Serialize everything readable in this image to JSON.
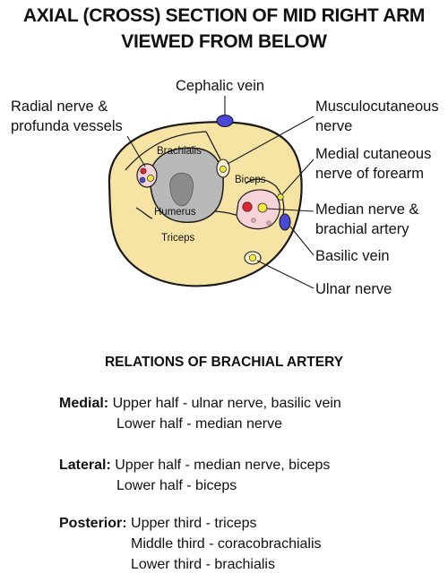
{
  "title_line1": "AXIAL (CROSS) SECTION OF MID RIGHT ARM",
  "title_line2": "VIEWED FROM BELOW",
  "labels": {
    "cephalic_vein": "Cephalic vein",
    "radial_1": "Radial nerve &",
    "radial_2": "profunda vessels",
    "musculo_1": "Musculocutaneous",
    "musculo_2": "nerve",
    "medcut_1": "Medial cutaneous",
    "medcut_2": "nerve of forearm",
    "median_1": "Median nerve &",
    "median_2": "brachial artery",
    "basilic": "Basilic vein",
    "ulnar": "Ulnar nerve"
  },
  "regions": {
    "brachialis": "Brachialis",
    "biceps": "Biceps",
    "humerus": "Humerus",
    "triceps": "Triceps"
  },
  "relations": {
    "heading": "RELATIONS OF BRACHIAL ARTERY",
    "medial_label": "Medial:",
    "medial_1": "Upper half - ulnar nerve, basilic vein",
    "medial_2": "Lower half - median nerve",
    "lateral_label": "Lateral:",
    "lateral_1": "Upper half - median nerve, biceps",
    "lateral_2": "Lower half - biceps",
    "posterior_label": "Posterior:",
    "posterior_1": "Upper third - triceps",
    "posterior_2": "Middle third - coracobrachialis",
    "posterior_3": "Lower third - brachialis"
  },
  "colors": {
    "skin_outline": "#1a1a1a",
    "tissue_fill": "#f7e4a5",
    "bone_outer": "#b9b9b9",
    "bone_inner": "#8c8c8c",
    "neurovascular_bundle": "#f5d3d9",
    "artery": "#e0242a",
    "vein": "#4a49d6",
    "nerve": "#f2e63b"
  }
}
